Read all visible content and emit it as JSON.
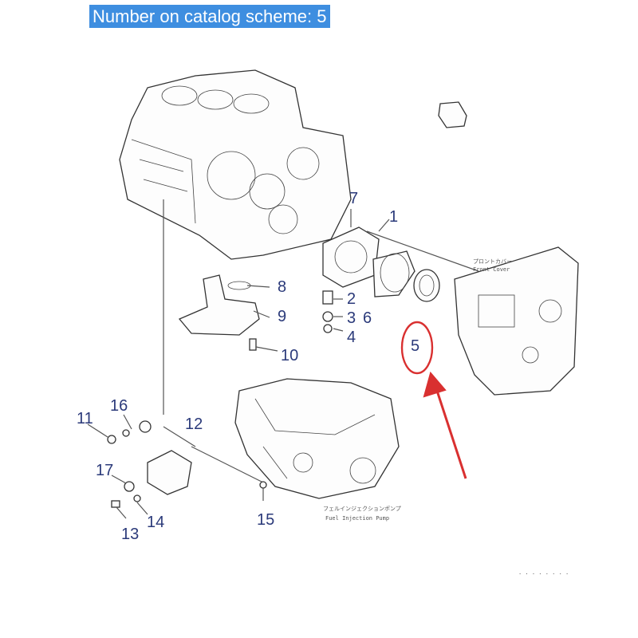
{
  "header": {
    "banner_text": "Number on catalog scheme: 5"
  },
  "callouts": [
    "1",
    "2",
    "3",
    "4",
    "5",
    "6",
    "7",
    "8",
    "9",
    "10",
    "11",
    "12",
    "13",
    "14",
    "15",
    "16",
    "17"
  ],
  "highlight": {
    "target_label": "5",
    "circle_color": "#d93030",
    "arrow_color": "#d93030"
  },
  "colors": {
    "callout_text": "#2b3a7a",
    "banner_bg": "#3e8ee0",
    "banner_text": "#ffffff"
  }
}
